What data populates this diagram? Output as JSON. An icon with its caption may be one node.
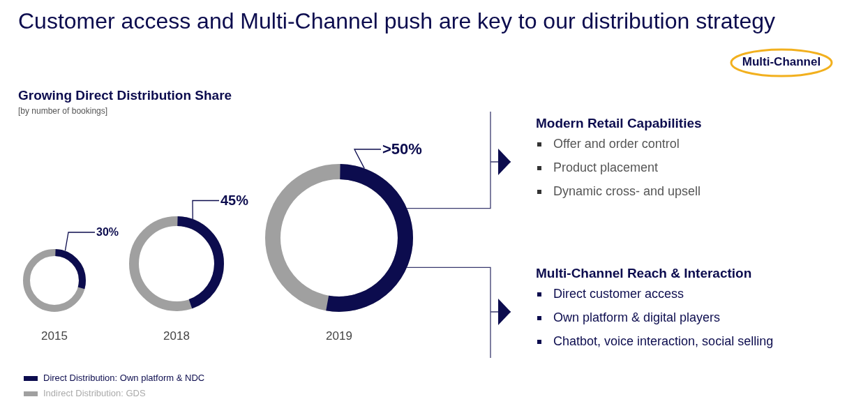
{
  "diagram": {
    "title": "Customer access and Multi-Channel push are key to our distribution strategy",
    "nodes": [
      {
        "text": [
          "30%"
        ]
      },
      {
        "text": [],
        "shape": "circle",
        "beside": [
          "2015"
        ]
      },
      {
        "text": [
          "45%"
        ]
      },
      {
        "text": [],
        "shape": "circle",
        "beside": [
          "2018"
        ]
      },
      {
        "text": [
          ">50%"
        ]
      },
      {
        "text": [],
        "shape": "circle",
        "beside": [
          "2019"
        ]
      },
      {
        "text": [
          "Modern Retail Capabilities",
          "Offer and order control",
          "Product placement",
          "Dynamic cross- and upsell"
        ]
      },
      {
        "text": [
          "Multi-Channel Reach & Interaction",
          "Direct customer access",
          "Own platform & digital players",
          "Chatbot, voice interaction, social selling"
        ]
      },
      {
        "text": [
          "Multi-Channel"
        ]
      }
    ],
    "edges": [
      {
        "from": 0,
        "to": 1,
        "arrow": "none"
      },
      {
        "from": 2,
        "to": 3,
        "arrow": "none"
      },
      {
        "from": 4,
        "to": 5,
        "arrow": "none"
      },
      {
        "from": 5,
        "to": 6,
        "arrow": "to"
      },
      {
        "from": 5,
        "to": 7,
        "arrow": "to"
      }
    ],
    "labels": [
      "Growing Direct Distribution Share",
      "[by number of bookings]"
    ],
    "legend": [
      {
        "text": "Direct Distribution: Own platform & NDC",
        "color": "#0c0c4e"
      },
      {
        "text": "Indirect Distribution: GDS",
        "color": "#a0a0a0"
      }
    ]
  }
}
